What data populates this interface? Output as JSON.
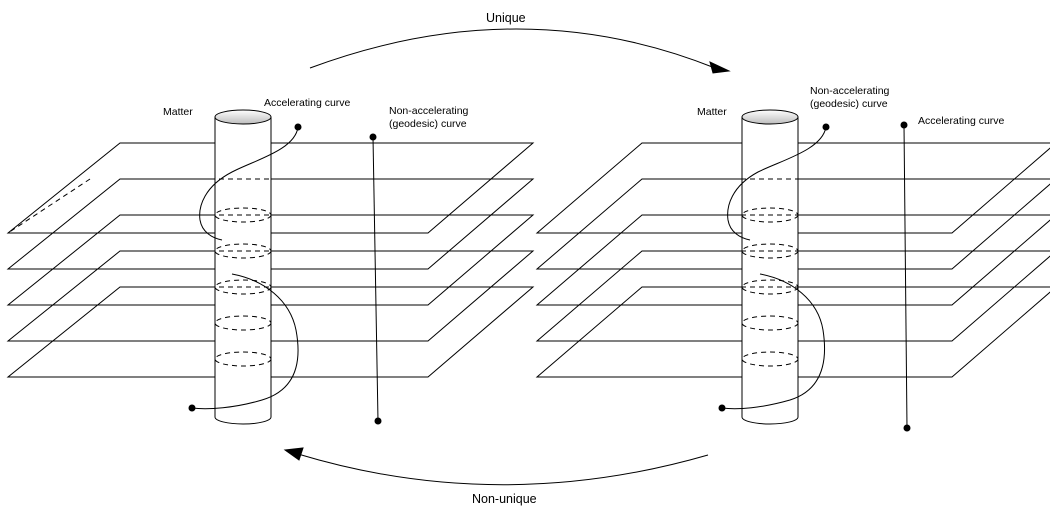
{
  "arrows": {
    "top_label": "Unique",
    "bottom_label": "Non-unique"
  },
  "left_panel": {
    "matter_label": "Matter",
    "accelerating_label": "Accelerating curve",
    "nonaccel_line1": "Non-accelerating",
    "nonaccel_line2": "(geodesic) curve"
  },
  "right_panel": {
    "matter_label": "Matter",
    "nonaccel_line1": "Non-accelerating",
    "nonaccel_line2": "(geodesic) curve",
    "accelerating_label": "Accelerating curve"
  },
  "colors": {
    "stroke": "#000000",
    "cap_highlight": "#d9d9d9"
  }
}
